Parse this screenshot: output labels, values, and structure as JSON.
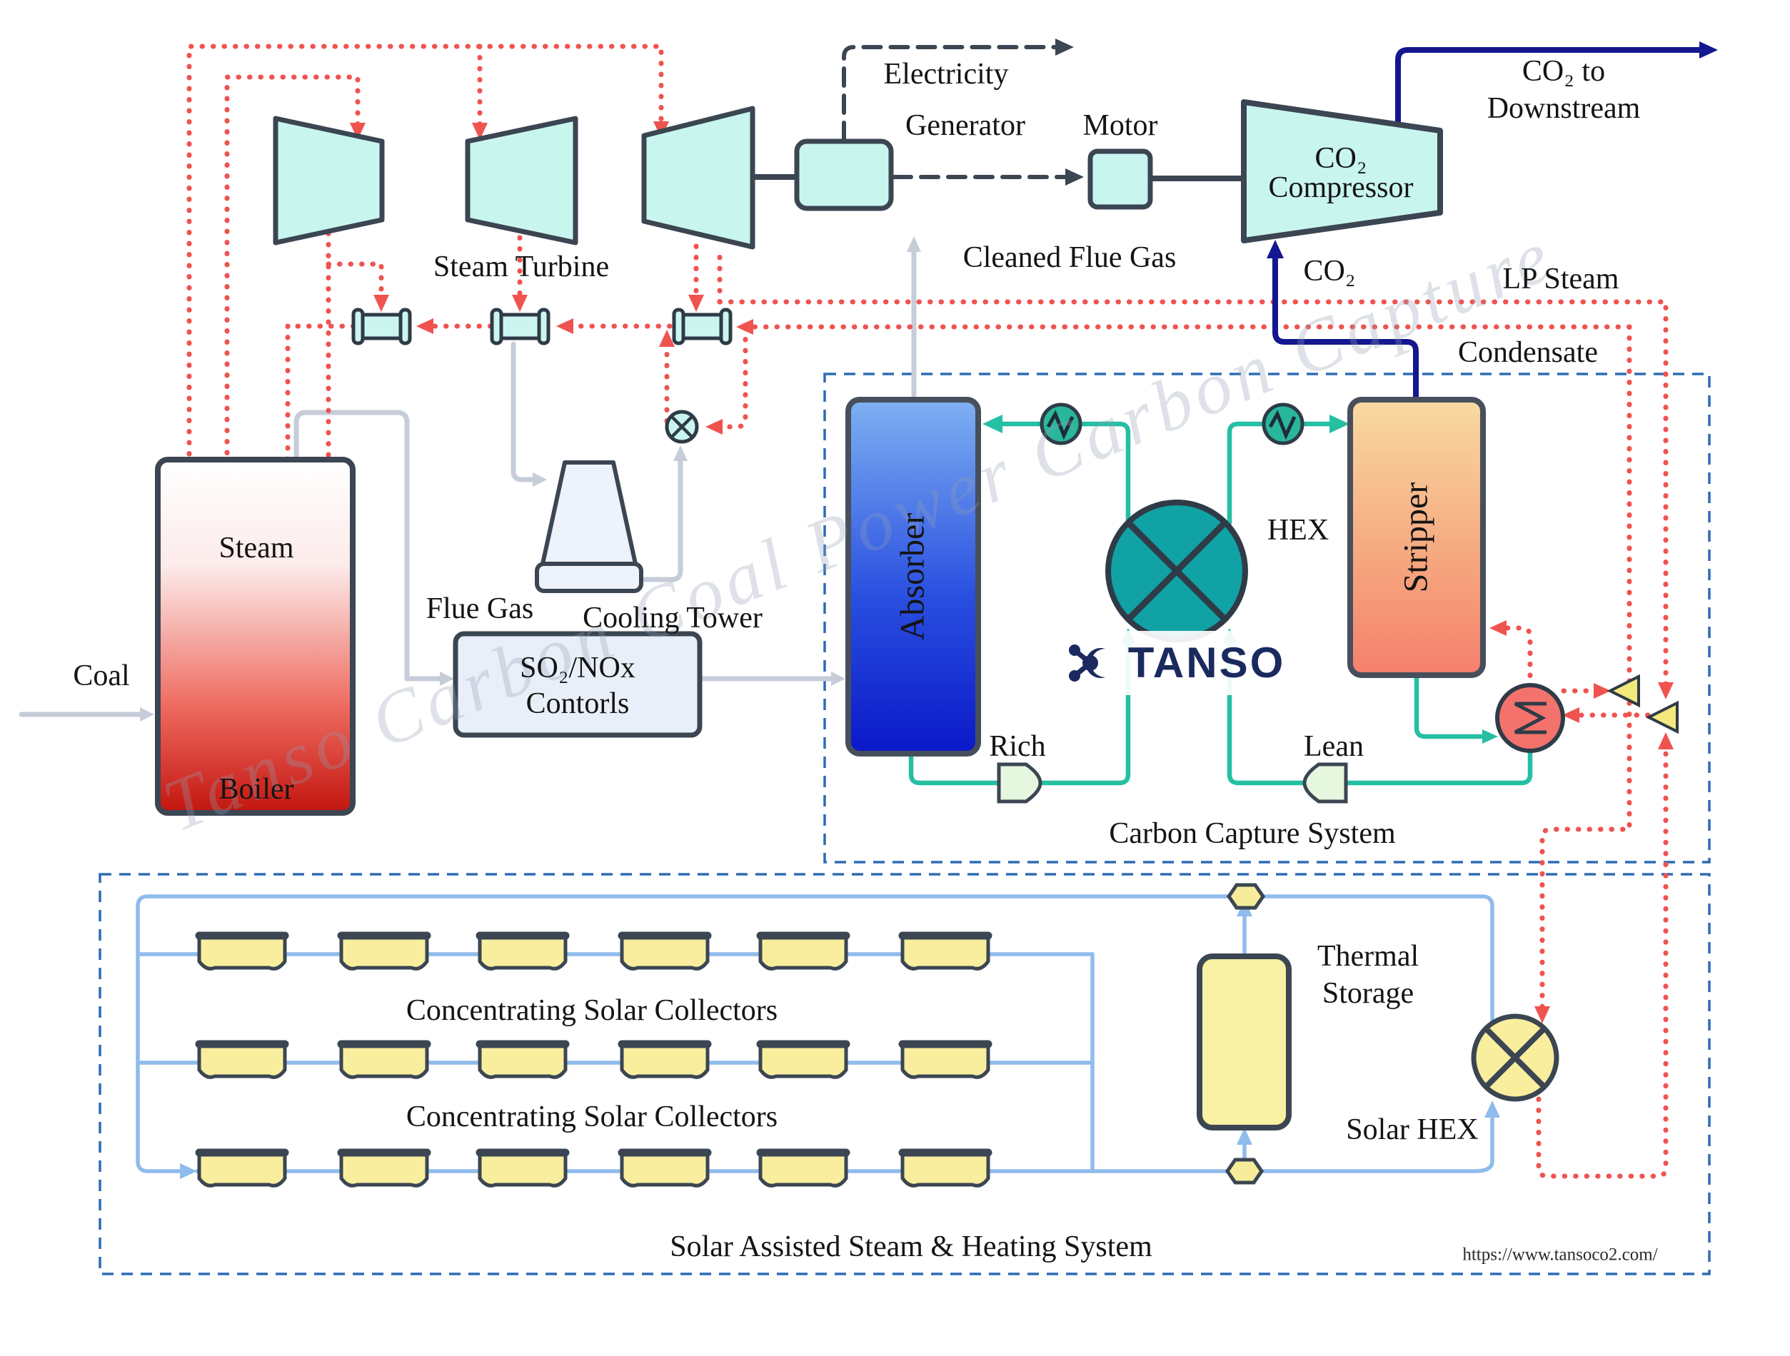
{
  "colors": {
    "steam_dotted": "#ef5350",
    "co2_line": "#14178f",
    "solvent_line": "#25bfa2",
    "solar_line": "#8fbcec",
    "utility_line": "#c6cdd9",
    "electric_dashed": "#3b4652",
    "dashed_box": "#2d6cb5",
    "equipment_fill": "#c9f5ef",
    "hex_fill": "#10a2a4",
    "solar_fill": "#f8ee9e",
    "logo_navy": "#1b2a5e"
  },
  "power_island": {
    "steam_turbine_label": "Steam Turbine",
    "electricity_label": "Electricity",
    "generator_label": "Generator",
    "motor_label": "Motor",
    "compressor_label": [
      "CO₂",
      "Compressor"
    ],
    "co2_downstream_label": [
      "CO₂ to",
      "Downstream"
    ],
    "cleaned_flue_gas_label": "Cleaned Flue Gas",
    "steam_label": "Steam",
    "boiler_label": "Boiler",
    "coal_label": "Coal",
    "flue_gas_label": "Flue Gas",
    "so2_nox_label": [
      "SO₂/NOx",
      "Contorls"
    ],
    "cooling_tower_label": "Cooling Tower"
  },
  "headers": {
    "co2_label": "CO₂",
    "lp_steam_label": "LP Steam",
    "condensate_label": "Condensate"
  },
  "capture_system": {
    "absorber_label": "Absorber",
    "stripper_label": "Stripper",
    "hex_label": "HEX",
    "rich_label": "Rich",
    "lean_label": "Lean",
    "system_label": "Carbon Capture System",
    "logo_text": "TANSO"
  },
  "solar_system": {
    "collectors_row1_label": "Concentrating Solar Collectors",
    "collectors_row2_label": "Concentrating Solar Collectors",
    "thermal_storage_label": [
      "Thermal",
      "Storage"
    ],
    "solar_hex_label": "Solar HEX",
    "system_label": "Solar Assisted Steam & Heating System",
    "url_label": "https://www.tansoco2.com/"
  },
  "watermark_text": "Tanso Carbon Coal Power Carbon Capture"
}
